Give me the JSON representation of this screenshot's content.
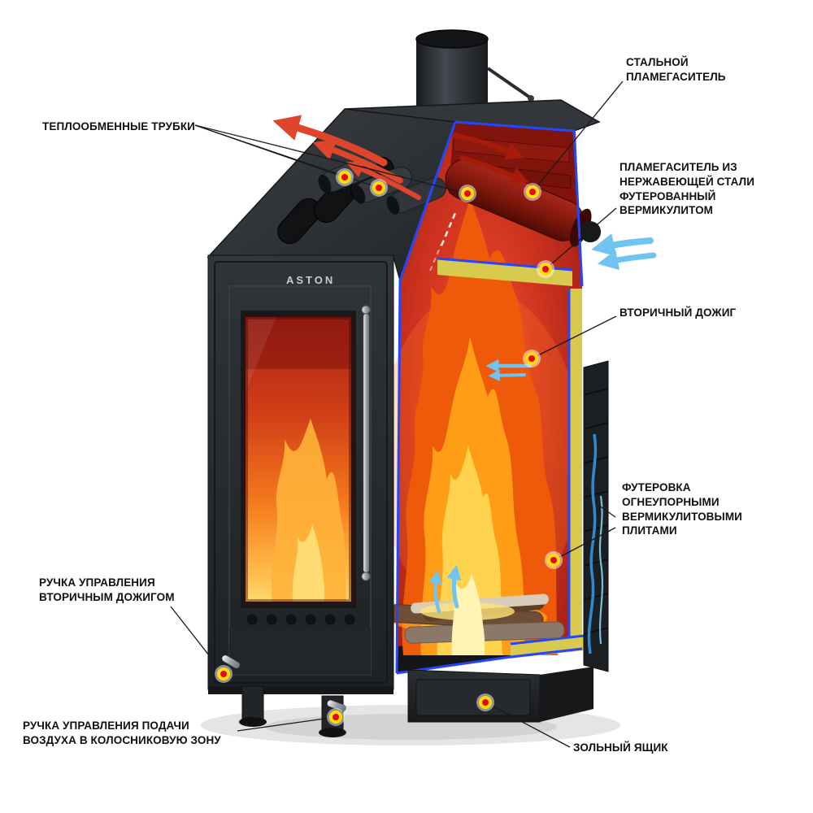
{
  "diagram": {
    "brand": "ASTON",
    "labels": [
      {
        "id": "heat-exchange-tubes",
        "text": "ТЕПЛООБМЕННЫЕ ТРУБКИ"
      },
      {
        "id": "steel-flame-arrester",
        "text": "СТАЛЬНОЙ\nПЛАМЕГАСИТЕЛЬ"
      },
      {
        "id": "stainless-flame-arrester",
        "text": "ПЛАМЕГАСИТЕЛЬ ИЗ\nНЕРЖАВЕЮЩЕЙ СТАЛИ\nФУТЕРОВАННЫЙ\nВЕРМИКУЛИТОМ"
      },
      {
        "id": "secondary-afterburn",
        "text": "ВТОРИЧНЫЙ ДОЖИГ"
      },
      {
        "id": "vermiculite-lining",
        "text": "ФУТЕРОВКА\nОГНЕУПОРНЫМИ\nВЕРМИКУЛИТОВЫМИ\nПЛИТАМИ"
      },
      {
        "id": "secondary-afterburn-handle",
        "text": "РУЧКА УПРАВЛЕНИЯ\nВТОРИЧНЫМ ДОЖИГОМ"
      },
      {
        "id": "grate-air-handle",
        "text": "РУЧКА УПРАВЛЕНИЯ ПОДАЧИ\nВОЗДУХА В КОЛОСНИКОВУЮ ЗОНУ"
      },
      {
        "id": "ash-box",
        "text": "ЗОЛЬНЫЙ ЯЩИК"
      }
    ],
    "colors": {
      "background": "#ffffff",
      "label_text": "#101010",
      "callout_line": "#1a1a1a",
      "marker_ring": "#ffdf00",
      "marker_core": "#ee0016",
      "body_dark": "#2c2f33",
      "cut_edge_blue": "#2247ff",
      "vermiculite_yellow": "#d8c94f",
      "interior_red": "#c22a1a",
      "flame_orange": "#ff9e16",
      "heat_arrow_red": "#df452a",
      "air_arrow_blue": "#6fc4f2"
    }
  }
}
